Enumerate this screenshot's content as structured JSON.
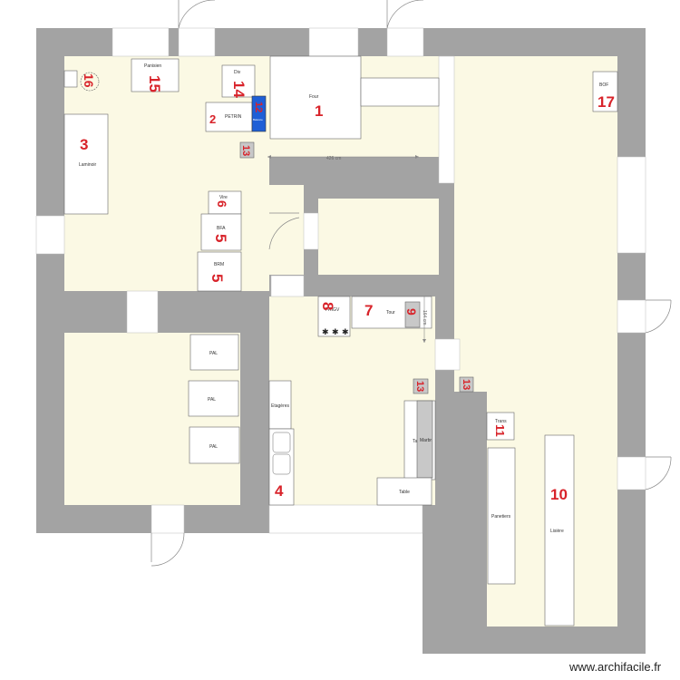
{
  "watermark": "www.archifacile.fr",
  "colors": {
    "wall": "#a3a3a3",
    "floor": "#fbf9e4",
    "equipment": "#ffffff",
    "number": "#d8232a",
    "gray_box": "#c8c8c8",
    "blue_box": "#1f5fd6"
  },
  "labels": {
    "four": "Four",
    "petrin": "PETRIN",
    "pointeuse_small": "Balance",
    "laminoir": "Laminoir",
    "paniers_top": "Panisien",
    "div": "Div",
    "bof": "BOF",
    "vire": "Vire",
    "bfa": "BFA",
    "brm": "BRM",
    "pal_1": "PAL",
    "pal_2": "PAL",
    "pal_3": "PAL",
    "etageres": "Etagères",
    "tour": "Tour",
    "marbre": "Marbr",
    "tab_small": "Ta",
    "table": "Table",
    "trans": "Trans",
    "paneliers": "Panetiers",
    "lisiere": "Lisière",
    "frigo": "FRIGV",
    "dim_horizontal": "426 cm",
    "dim_vertical": "164 cm"
  },
  "numbers": {
    "n1": "1",
    "n2": "2",
    "n3": "3",
    "n4": "4",
    "n5a": "5",
    "n5b": "5",
    "n6": "6",
    "n7": "7",
    "n8": "8",
    "n9": "9",
    "n10": "10",
    "n11": "11",
    "n12": "12",
    "n13a": "13",
    "n13b": "13",
    "n13c": "13",
    "n14": "14",
    "n15": "15",
    "n16": "16",
    "n17": "17"
  }
}
